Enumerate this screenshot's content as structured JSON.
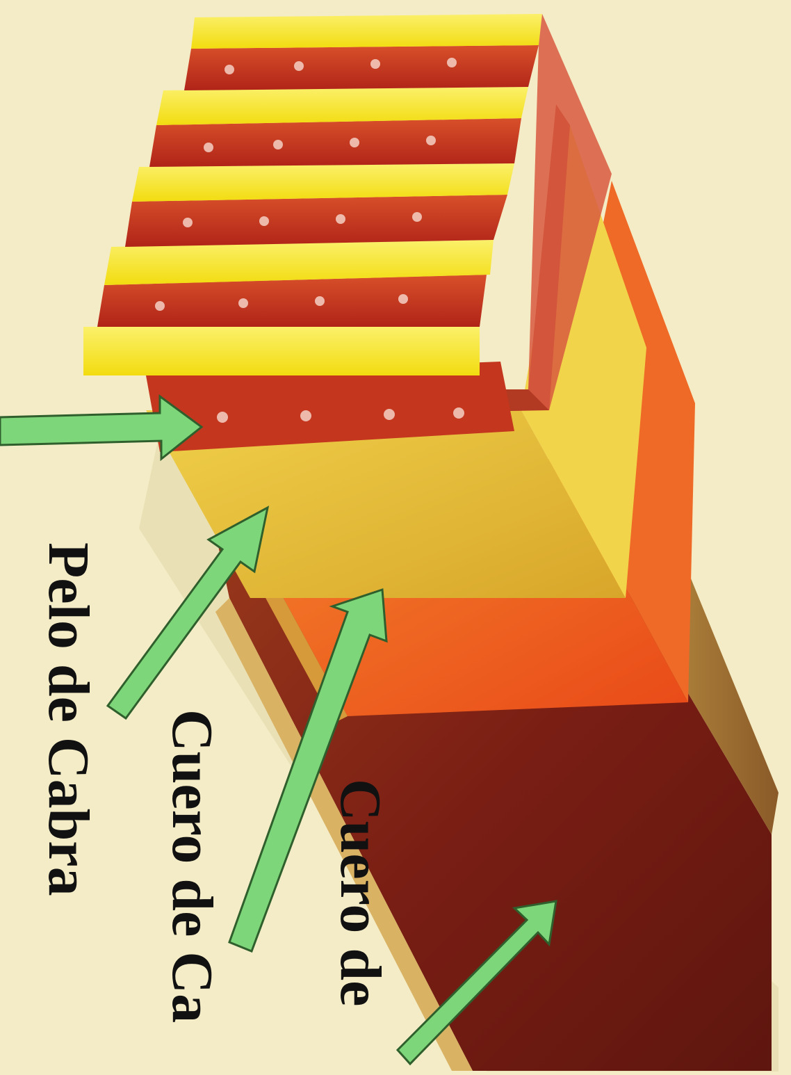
{
  "labels": {
    "pelo": "Pelo de Cabra",
    "cuero_1": "Cuero de Ca",
    "cuero_2": "Cuero de "
  },
  "colors": {
    "background": "#f3ecc6",
    "yellow_band": "#f7e81c",
    "red_band": "#c0301c",
    "orange_layer": "#f06420",
    "golden_layer": "#e7c238",
    "brown_base": "#7a1e14",
    "arrow_green": "#7ed67a",
    "arrow_outline": "#2f5f2c"
  }
}
